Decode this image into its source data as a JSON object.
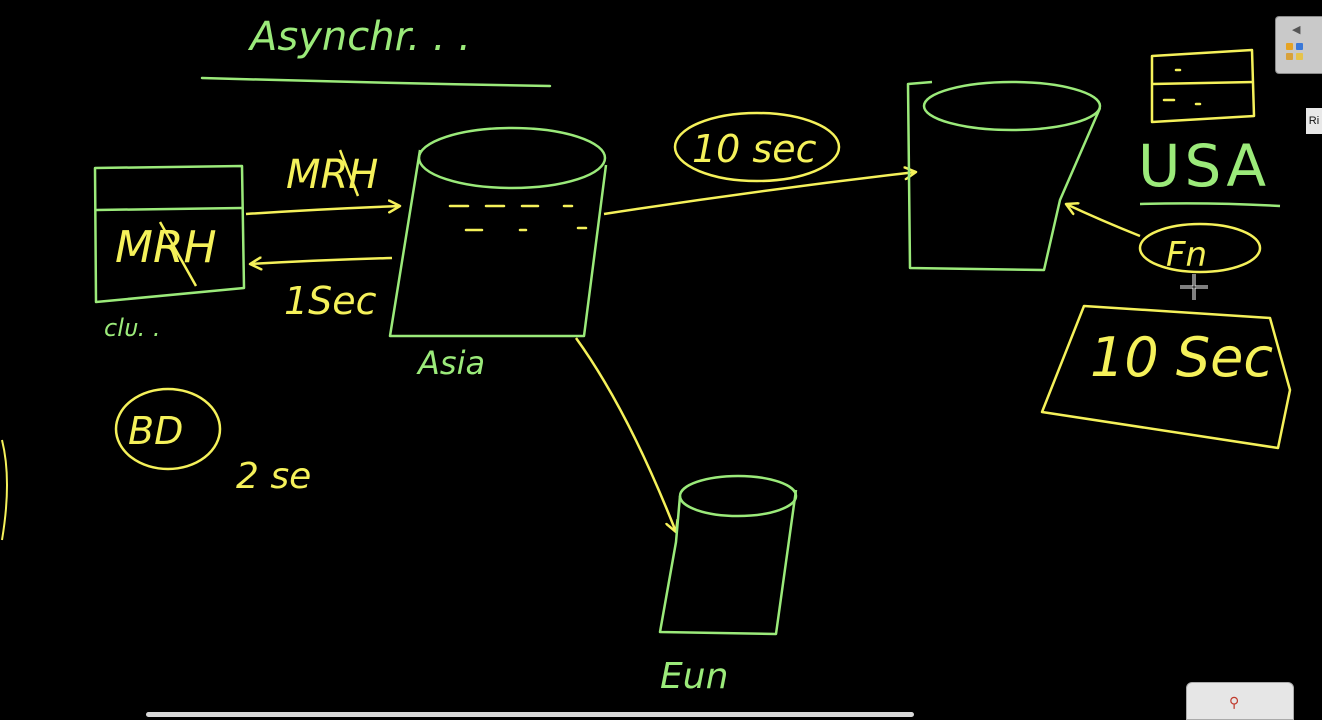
{
  "colors": {
    "background": "#000000",
    "green": "#9bea7a",
    "yellow": "#f5f15a"
  },
  "labels": {
    "title": "Asynchr. . .",
    "client_box": "MRH",
    "client_caption": "clᴜ. .",
    "arrow_top": "MRH",
    "arrow_bottom": "1Sec",
    "asia": "Asia",
    "latency_usa": "10 sec",
    "usa": "USA",
    "fn": "Fn",
    "box_10sec": "10 Sec",
    "bd": "BD",
    "bd_time": "2 se",
    "eur": "Eun"
  },
  "ui": {
    "side_tab_text": "Ri",
    "panel_arrow_icon": "triangle-left-icon",
    "panel_grid_icon": "app-grid-icon",
    "magnifier_icon": "magnifier-icon"
  }
}
